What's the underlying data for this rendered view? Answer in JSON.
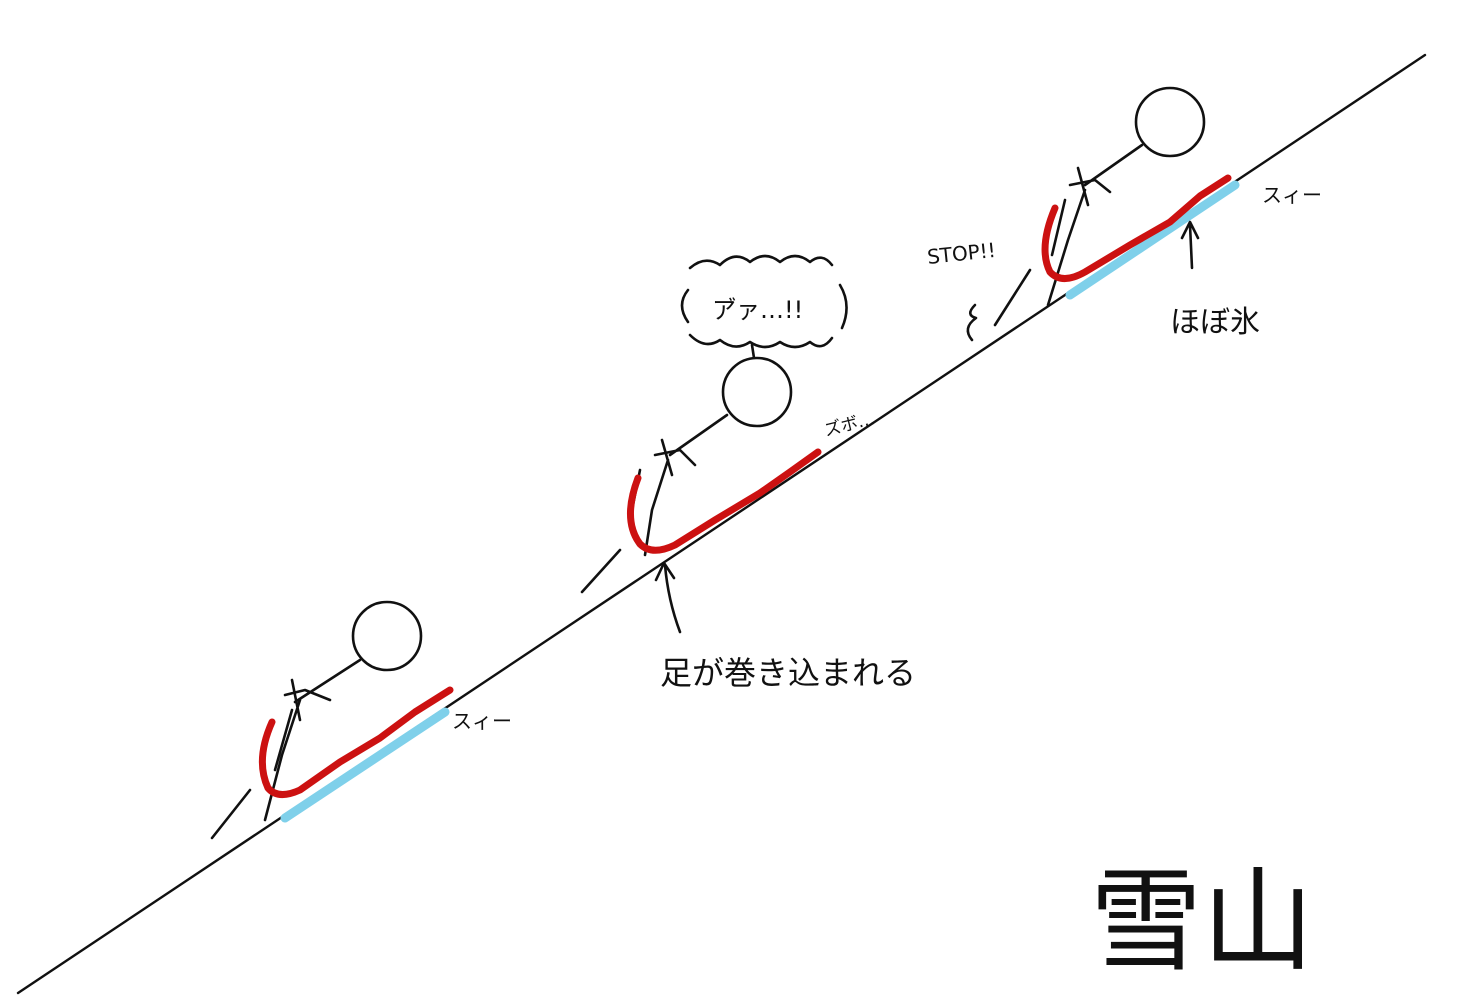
{
  "colors": {
    "ink": "#111111",
    "sled": "#cc1111",
    "ice": "#7fd0ea",
    "background": "#ffffff"
  },
  "labels": {
    "slide_1": "スィー",
    "slide_3": "スィー",
    "sound_2": "ズボ…",
    "exclaim_2": "ア゙ァ…!!",
    "stop_3": "STOP!!",
    "legs_caught": "足が巻き込まれる",
    "nearly_ice": "ほぼ氷",
    "title": "雪山"
  }
}
